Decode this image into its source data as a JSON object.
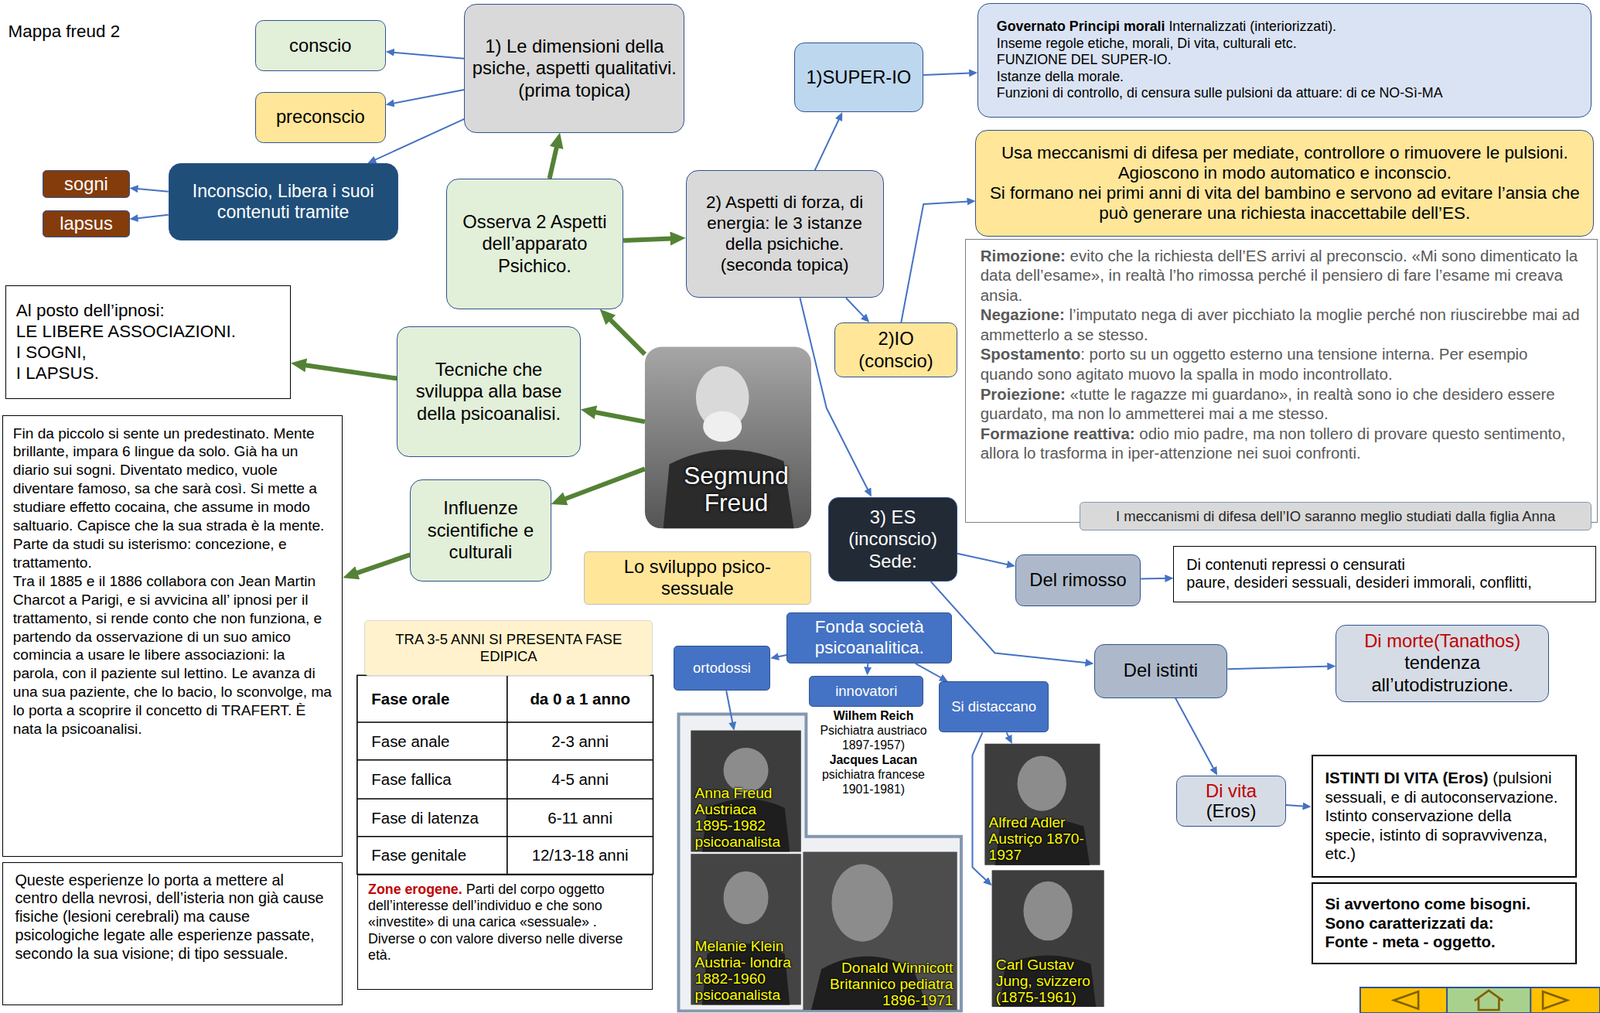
{
  "diagram": {
    "title": "Mappa freud 2",
    "nodes": [
      {
        "text": [
          "conscio"
        ]
      },
      {
        "text": [
          "1) Le dimensioni della psiche, aspetti qualitativi. (prima topica)"
        ]
      },
      {
        "text": [
          "Governato Principi morali",
          "Internalizzati (interiorizzati).",
          "Inseme regole etiche, morali, Di vita, culturali etc.",
          "FUNZIONE DEL SUPER-IO.",
          "Istanze della morale.",
          "Funzioni di controllo, di censura sulle pulsioni da attuare: di ce NO-Sì-MA"
        ]
      },
      {
        "text": [
          "preconscio"
        ]
      },
      {
        "text": [
          "1)SUPER-IO"
        ]
      },
      {
        "text": [
          "Usa meccanismi di difesa per mediate, controllore o rimuovere le pulsioni. Agioscono in modo automatico e inconscio.",
          "Si formano nei primi anni di vita del bambino e servono ad evitare l’ansia che può generare una richiesta inaccettabile dell’ES."
        ]
      },
      {
        "text": [
          "sogni"
        ]
      },
      {
        "text": [
          "Inconscio, Libera i suoi contenuti tramite"
        ]
      },
      {
        "text": [
          "Osserva 2 Aspetti dell’apparato Psichico."
        ]
      },
      {
        "text": [
          "2) Aspetti di forza, di energia: le 3 istanze della psichiche. (seconda topica)"
        ]
      },
      {
        "text": [
          "lapsus"
        ]
      },
      {
        "text": [
          "Rimozione:",
          "evito che la richiesta dell’ES arrivi al preconscio. «Mi sono dimenticato la data dell’esame», in realtà l’ho rimossa perché il pensiero di fare l’esame mi creava ansia.",
          "Negazione:",
          "l’imputato nega di aver picchiato la moglie perché non riuscirebbe mai ad ammetterlo a se stesso.",
          "Spostamento",
          ": porto su un oggetto esterno una tensione interna. Per esempio quando sono agitato muovo la spalla in modo incontrollato.",
          "Proiezione:",
          "«tutte le ragazze mi guardano», in realtà sono io che desidero essere guardato, ma non lo ammetterei mai a me stesso.",
          "Formazione reattiva:",
          "odio mio padre, ma non tollero di provare questo sentimento, allora lo trasforma in iper-attenzione nei suoi confronti."
        ]
      },
      {
        "text": [
          "Al posto dell’ipnosi:",
          "LE LIBERE ASSOCIAZIONI.",
          "I SOGNI,",
          "I LAPSUS."
        ]
      },
      {
        "text": [
          "Tecniche che sviluppa alla base della psicoanalisi."
        ]
      },
      {
        "text": [
          "2)IO (conscio)"
        ]
      },
      {
        "text": [
          "Segmund Freud"
        ]
      },
      {
        "text": [
          "Fin da piccolo si sente un predestinato. Mente brillante, impara 6 lingue da solo. Già ha un diario sui sogni. Diventato medico, vuole diventare famoso, sa che sarà così. Si mette a studiare effetto cocaina, che assume in modo saltuario. Capisce che la sua strada è la mente. Parte da studi su isterismo: concezione, e trattamento.",
          "Tra il 1885 e il 1886 collabora con Jean Martin Charcot a Parigi, e si avvicina all’ ipnosi per il trattamento, si rende conto che non funziona, e partendo da osservazione di un suo amico comincia a usare le libere associazioni: la parola, con il paziente sul lettino. Le avanza di una sua paziente, che lo bacio, lo sconvolge, ma lo porta a scoprire il concetto di TRAFERT. È nata la psicoanalisi."
        ]
      },
      {
        "text": [
          "Influenze scientifiche e culturali"
        ]
      },
      {
        "text": [
          "I meccanismi di difesa dell’IO saranno meglio studiati dalla figlia Anna"
        ]
      },
      {
        "text": [
          "3) ES (inconscio) Sede:"
        ]
      },
      {
        "text": [
          "Lo sviluppo psico-sessuale"
        ]
      },
      {
        "text": [
          "Del rimosso"
        ]
      },
      {
        "text": [
          "Di contenuti repressi o censurati",
          "paure, desideri sessuali, desideri immorali, conflitti,"
        ]
      },
      {
        "text": [
          "Fonda società psicoanalitica."
        ]
      },
      {
        "text": [
          "TRA 3-5 ANNI SI PRESENTA FASE EDIPICA"
        ]
      },
      {
        "text": [
          "ortodossi"
        ]
      },
      {
        "text": [
          "Del istinti"
        ]
      },
      {
        "text": [
          "Di morte(Tanathos)",
          "tendenza all’utodistruzione."
        ]
      },
      {
        "text": [
          "innovatori"
        ]
      },
      {
        "text": [
          "Si distaccano"
        ]
      },
      {
        "text": [
          "Anna Freud Austriaca 1895-1982 psicoanalista"
        ]
      },
      {
        "text": [
          "Alfred Adler Austriço 1870-1937"
        ]
      },
      {
        "text": [
          "Di vita",
          "(Eros)"
        ]
      },
      {
        "text": [
          "ISTINTI DI VITA (Eros)",
          "(pulsioni sessuali, e di autoconservazione. Istinto conservazione della specie, istinto di sopravvivenza, etc.)"
        ]
      },
      {
        "text": [
          "Queste esperienze lo porta a mettere al centro della nevrosi, dell’isteria non già cause fisiche (lesioni cerebrali) ma cause psicologiche legate alle esperienze passate, secondo la sua visione; di tipo sessuale."
        ]
      },
      {
        "text": [
          "Zone erogene.",
          "Parti del corpo oggetto dell’interesse dell’individuo e che sono «investite» di una carica «sessuale» . Diverse o con valore diverso nelle diverse età."
        ]
      },
      {
        "text": [
          "Melanie Klein Austria- londra 1882-1960 psicoanalista"
        ]
      },
      {
        "text": [
          "Donald Winnicott Britannico pediatra 1896-1971"
        ]
      },
      {
        "text": [
          "Carl Gustav Jung, svizzero (1875-1961)"
        ]
      },
      {
        "text": [
          "Si avvertono come bisogni.",
          "Sono caratterizzati da:",
          "Fonte - meta - oggetto."
        ]
      }
    ],
    "edges": [
      {
        "from": 15,
        "to": 8,
        "arrow": "to"
      },
      {
        "from": 15,
        "to": 13,
        "arrow": "to"
      },
      {
        "from": 15,
        "to": 17,
        "arrow": "to"
      },
      {
        "from": 8,
        "to": 1,
        "arrow": "to"
      },
      {
        "from": 8,
        "to": 9,
        "arrow": "to"
      },
      {
        "from": 13,
        "to": 12,
        "arrow": "to"
      },
      {
        "from": 17,
        "to": 16,
        "arrow": "to"
      },
      {
        "from": 1,
        "to": 0,
        "arrow": "to"
      },
      {
        "from": 1,
        "to": 3,
        "arrow": "to"
      },
      {
        "from": 1,
        "to": 7,
        "arrow": "to"
      },
      {
        "from": 7,
        "to": 6,
        "arrow": "to"
      },
      {
        "from": 7,
        "to": 10,
        "arrow": "to"
      },
      {
        "from": 9,
        "to": 4,
        "arrow": "to"
      },
      {
        "from": 4,
        "to": 2,
        "arrow": "to"
      },
      {
        "from": 9,
        "to": 14,
        "arrow": "to"
      },
      {
        "from": 14,
        "to": 5,
        "arrow": "to"
      },
      {
        "from": 9,
        "to": 19,
        "arrow": "to"
      },
      {
        "from": 19,
        "to": 21,
        "arrow": "to"
      },
      {
        "from": 21,
        "to": 22,
        "arrow": "to"
      },
      {
        "from": 19,
        "to": 26,
        "arrow": "to"
      },
      {
        "from": 26,
        "to": 27,
        "arrow": "to"
      },
      {
        "from": 26,
        "to": 32,
        "arrow": "to"
      },
      {
        "from": 32,
        "to": 33,
        "arrow": "to"
      },
      {
        "from": 23,
        "to": 25,
        "arrow": "to"
      },
      {
        "from": 23,
        "to": 28,
        "arrow": "to"
      },
      {
        "from": 23,
        "to": 29,
        "arrow": "to"
      },
      {
        "from": 25,
        "to": 30,
        "arrow": "to"
      },
      {
        "from": 29,
        "to": 31,
        "arrow": "to"
      },
      {
        "from": 29,
        "to": 38,
        "arrow": "to"
      }
    ],
    "labels": [
      "Fase orale",
      "da 0 a 1 anno",
      "Fase anale",
      "2-3 anni",
      "Fase fallica",
      "4-5 anni",
      "Fase di latenza",
      "6-11 anni",
      "Fase genitale",
      "12/13-18 anni",
      "Wilhem Reich",
      "Psichiatra austriaco 1897-1957)",
      "Jacques Lacan",
      "psichiatra francese 1901-1981)"
    ]
  }
}
